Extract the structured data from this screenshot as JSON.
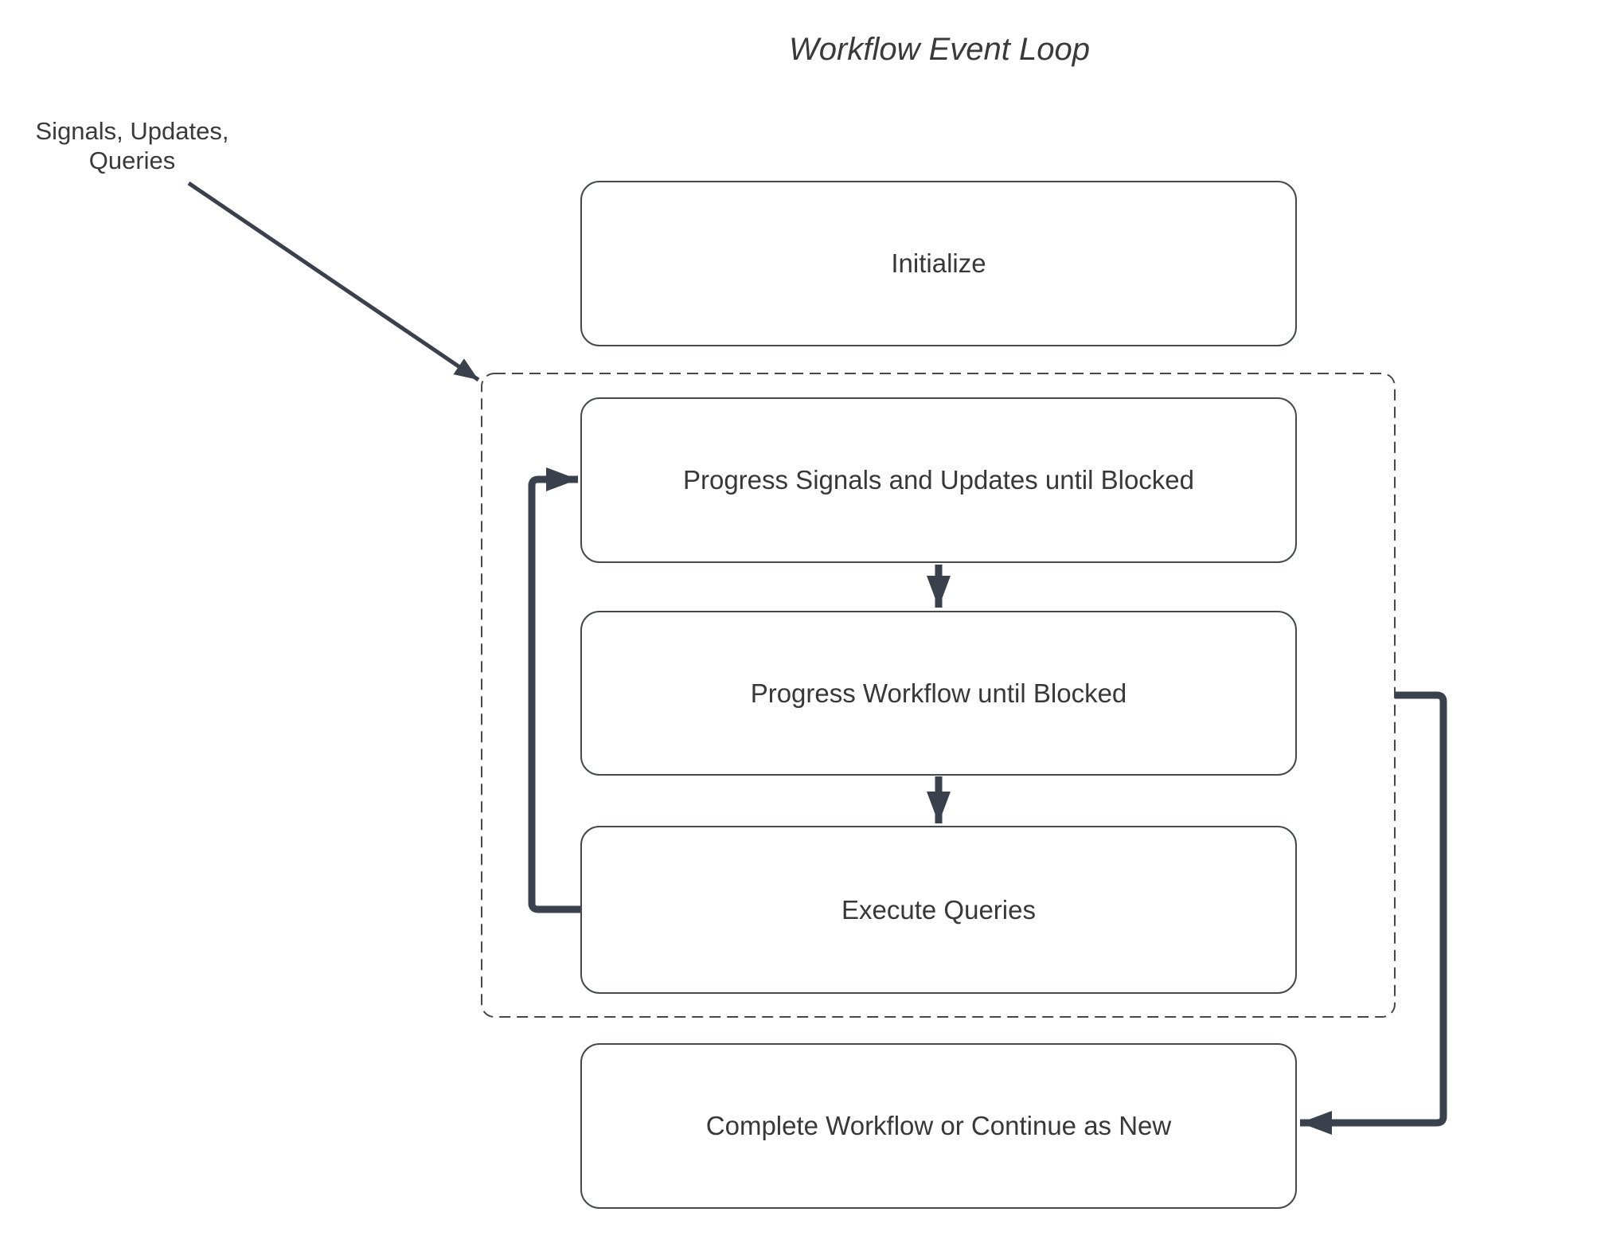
{
  "title": "Workflow Event Loop",
  "annotation": {
    "line1": "Signals, Updates,",
    "line2": "Queries"
  },
  "nodes": {
    "initialize": {
      "label": "Initialize"
    },
    "progress_signals": {
      "label": "Progress Signals and Updates until Blocked"
    },
    "progress_workflow": {
      "label": "Progress Workflow until Blocked"
    },
    "execute_queries": {
      "label": "Execute Queries"
    },
    "complete": {
      "label": "Complete Workflow or Continue as New"
    }
  },
  "groups": {
    "event_loop": {
      "style": "dashed",
      "contains": [
        "progress_signals",
        "progress_workflow",
        "execute_queries"
      ]
    }
  },
  "edges": [
    {
      "from": "annotation",
      "to": "event_loop_group",
      "style": "thin-diagonal-arrow"
    },
    {
      "from": "progress_signals",
      "to": "progress_workflow",
      "style": "thick-down-arrow"
    },
    {
      "from": "progress_workflow",
      "to": "execute_queries",
      "style": "thick-down-arrow"
    },
    {
      "from": "execute_queries",
      "to": "progress_signals",
      "style": "thick-left-loop-arrow"
    },
    {
      "from": "event_loop_group",
      "to": "complete",
      "style": "thick-right-loop-arrow"
    }
  ],
  "colors": {
    "arrow": "#3a414d",
    "node_border": "#45494e",
    "node_fill": "#ffffff",
    "text": "#383838",
    "background": "#ffffff"
  }
}
